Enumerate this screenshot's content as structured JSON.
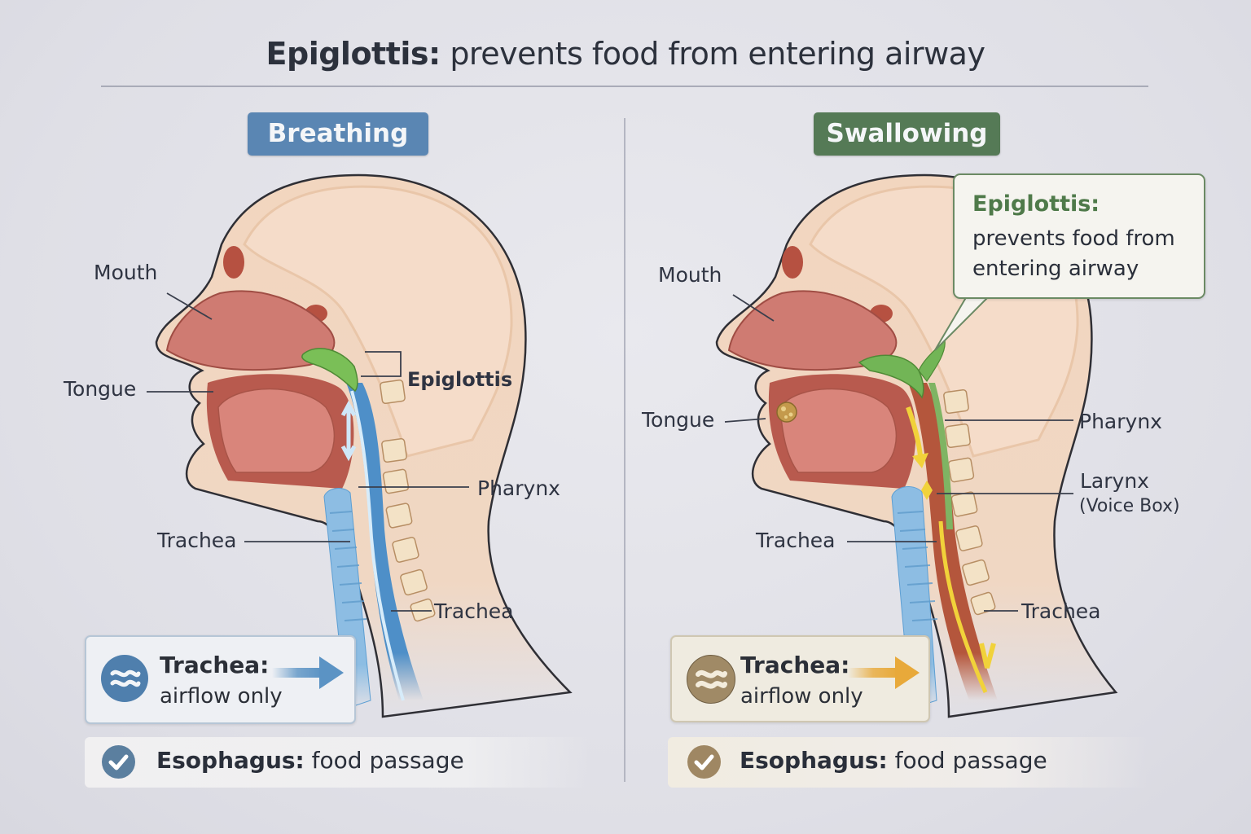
{
  "title": {
    "strong": "Epiglottis:",
    "rest": "prevents food from entering airway"
  },
  "panels": {
    "breathing": {
      "badge": "Breathing",
      "badge_color": "#5a86b3",
      "labels": {
        "mouth": "Mouth",
        "tongue": "Tongue",
        "epiglottis": "Epiglottis",
        "pharynx": "Pharynx",
        "trachea_left": "Trachea",
        "trachea_right": "Trachea"
      },
      "card": {
        "icon": "airflow-waves-icon",
        "title": "Trachea:",
        "subtitle": "airflow only",
        "arrow_color": "#5b93c4"
      },
      "strip": {
        "icon": "check-icon",
        "strong": "Esophagus:",
        "rest": "food passage"
      }
    },
    "swallowing": {
      "badge": "Swallowing",
      "badge_color": "#557a56",
      "labels": {
        "mouth": "Mouth",
        "tongue": "Tongue",
        "pharynx": "Pharynx",
        "larynx": "Larynx",
        "larynx_sub": "(Voice Box)",
        "trachea_left": "Trachea",
        "trachea_right": "Trachea"
      },
      "callout": {
        "title": "Epiglottis:",
        "body": "prevents food from entering airway"
      },
      "card": {
        "icon": "airflow-waves-icon",
        "title": "Trachea:",
        "subtitle": "airflow only",
        "arrow_color": "#e8a93a"
      },
      "strip": {
        "icon": "check-icon",
        "strong": "Esophagus:",
        "rest": "food passage"
      }
    }
  },
  "colors": {
    "skin": "#f3d8c2",
    "bone": "#f1dcc0",
    "tissue_red": "#c96b64",
    "epiglottis_green": "#72b556",
    "airway_blue": "#5d9fd3",
    "food_yellow": "#f1d23a"
  }
}
